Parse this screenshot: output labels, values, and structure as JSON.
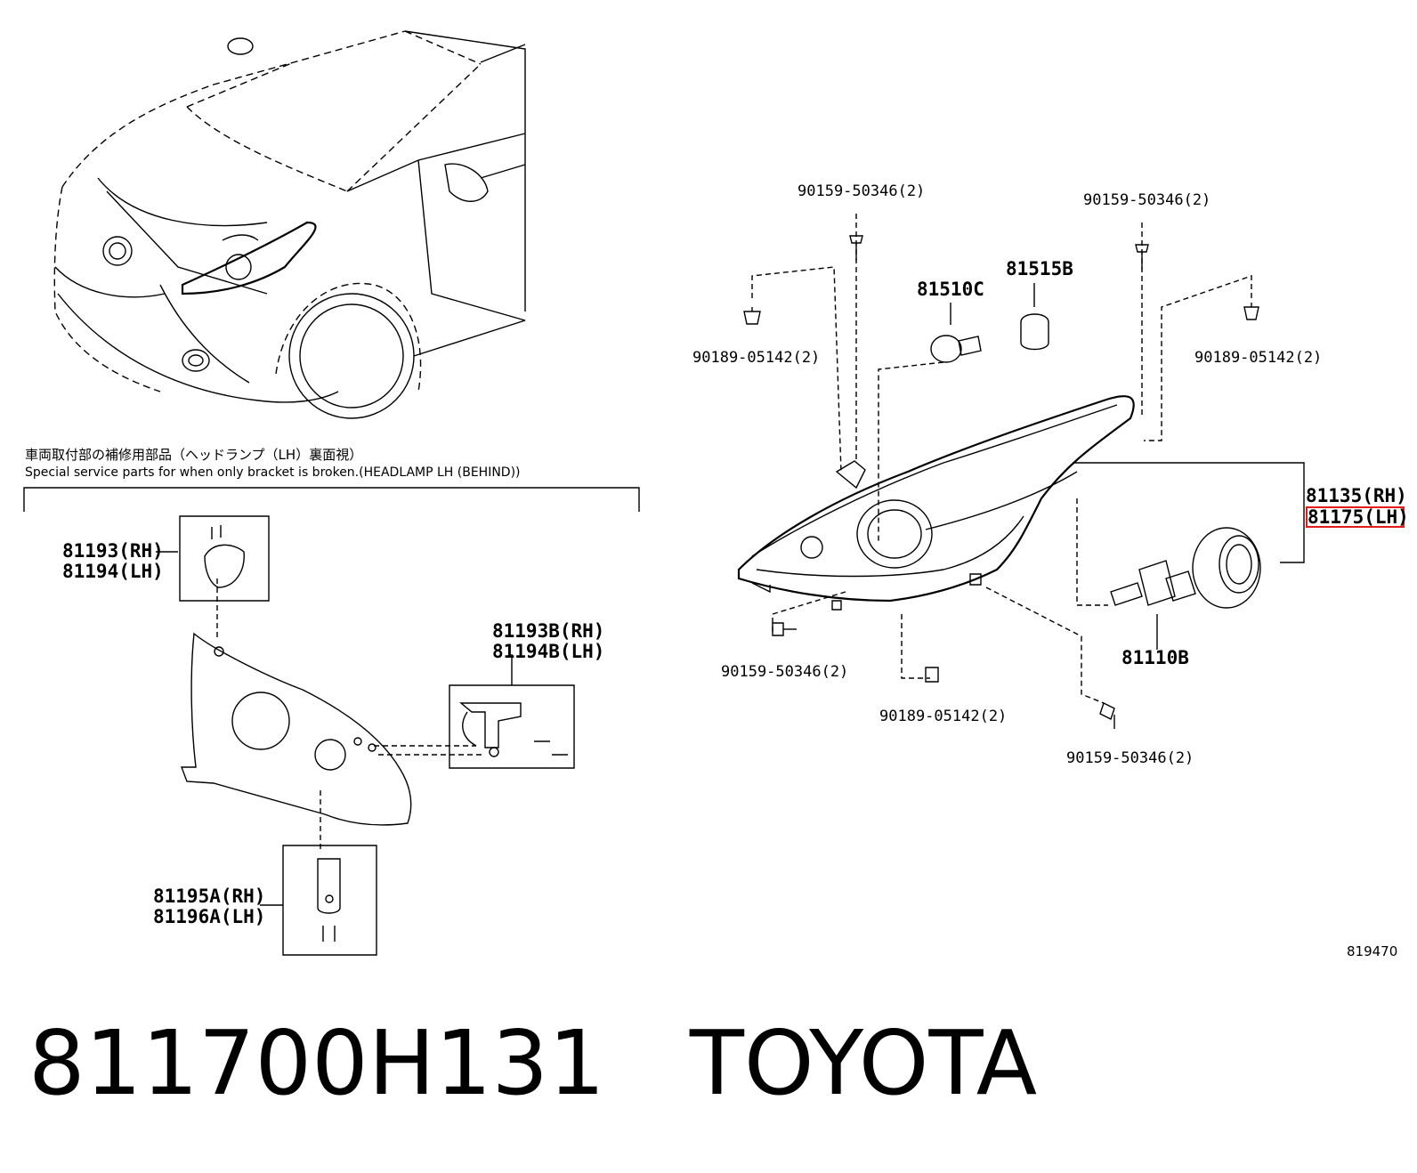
{
  "notes": {
    "jp": "車両取付部の補修用部品（ヘッドランプ（LH）裏面視）",
    "en": "Special service parts for when only bracket is broken.(HEADLAMP LH (BEHIND))"
  },
  "callouts": {
    "bolt_tl": "90159-50346(2)",
    "bolt_tr": "90159-50346(2)",
    "bolt_bl": "90159-50346(2)",
    "bolt_br": "90159-50346(2)",
    "clip_l": "90189-05142(2)",
    "clip_r": "90189-05142(2)",
    "clip_b": "90189-05142(2)",
    "bulb_81510c": "81510C",
    "socket_81515b": "81515B",
    "assy_rh": "81135(RH)",
    "assy_lh": "81175(LH)",
    "bulb_81110b": "81110B",
    "bracket_81193_rh": "81193(RH)",
    "bracket_81194_lh": "81194(LH)",
    "bracket_81193b_rh": "81193B(RH)",
    "bracket_81194b_lh": "81194B(LH)",
    "bracket_81195a_rh": "81195A(RH)",
    "bracket_81196a_lh": "81196A(LH)"
  },
  "figure_number": "819470",
  "caption": {
    "part_number": "811700H131",
    "brand": "TOYOTA"
  },
  "highlight_color": "#e41b1b"
}
